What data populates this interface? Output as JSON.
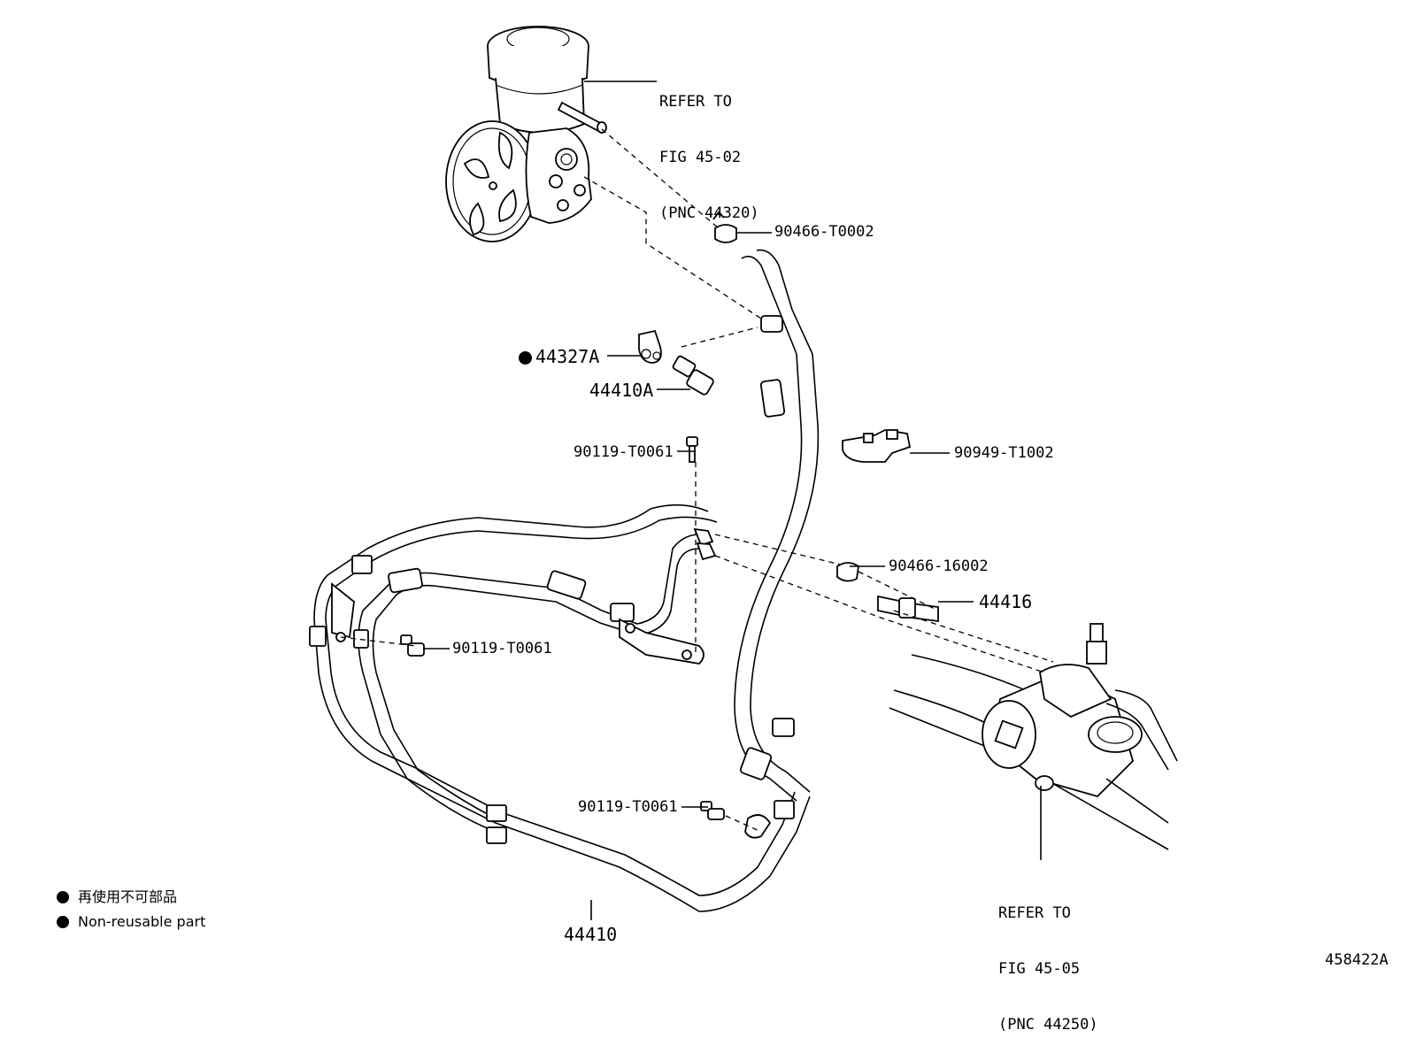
{
  "figure_id": "458422A",
  "references": {
    "pump": {
      "line1": "REFER TO",
      "line2": "FIG 45-02",
      "line3": "(PNC 44320)"
    },
    "gear": {
      "line1": "REFER TO",
      "line2": "FIG 45-05",
      "line3": "(PNC 44250)"
    }
  },
  "parts": {
    "clip_top": "90466-T0002",
    "gasket": "44327A",
    "union_bolt": "44410A",
    "bolt_upper": "90119-T0061",
    "clamp": "90949-T1002",
    "clip_mid": "90466-16002",
    "union": "44416",
    "bolt_left": "90119-T0061",
    "bolt_lower": "90119-T0061",
    "tube_assy": "44410"
  },
  "legend": {
    "jp": "再使用不可部品",
    "en": "Non-reusable part"
  },
  "icons": {
    "non_reusable_marker": "filled-circle-icon"
  }
}
